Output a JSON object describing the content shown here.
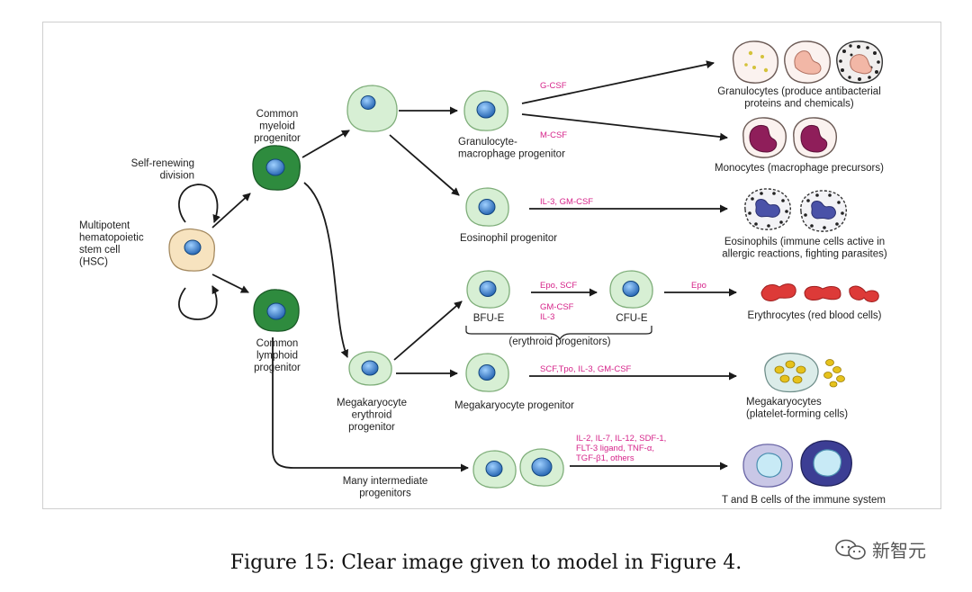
{
  "diagram": {
    "hsc": {
      "label": "Multipotent\nhematopoietic\nstem cell\n(HSC)"
    },
    "self_renew": {
      "label": "Self-renewing\ndivision"
    },
    "cmp": {
      "label": "Common\nmyeloid\nprogenitor"
    },
    "clp": {
      "label": "Common\nlymphoid\nprogenitor"
    },
    "gmp": {
      "label": "Granulocyte-\nmacrophage progenitor"
    },
    "eos_prog": {
      "label": "Eosinophil progenitor"
    },
    "mep": {
      "label": "Megakaryocyte\nerythroid\nprogenitor"
    },
    "meg_prog": {
      "label": "Megakaryocyte progenitor"
    },
    "bfu": {
      "label": "BFU-E"
    },
    "cfu": {
      "label": "CFU-E"
    },
    "ery_prog": {
      "label": "(erythroid progenitors)"
    },
    "inter": {
      "label": "Many intermediate\nprogenitors"
    },
    "granulocytes": {
      "label": "Granulocytes (produce antibacterial\nproteins and chemicals)"
    },
    "monocytes": {
      "label": "Monocytes (macrophage precursors)"
    },
    "eosinophils": {
      "label": "Eosinophils (immune cells active in\nallergic reactions, fighting parasites)"
    },
    "erythrocytes": {
      "label": "Erythrocytes (red blood cells)"
    },
    "megakaryocytes": {
      "label": "Megakaryocytes\n(platelet-forming cells)"
    },
    "tb": {
      "label": "T and B cells of the immune system"
    },
    "factors": {
      "gcsf": "G-CSF",
      "mcsf": "M-CSF",
      "eos": "IL-3, GM-CSF",
      "epo_scf": "Epo, SCF",
      "gm_il3": "GM-CSF\nIL-3",
      "epo": "Epo",
      "meg": "SCF,Tpo, IL-3, GM-CSF",
      "lymph": "IL-2, IL-7, IL-12, SDF-1,\nFLT-3 ligand, TNF-α,\nTGF-β1, others"
    },
    "colors": {
      "factor_text": "#d6248a",
      "pale_green_cell": "#d7efd4",
      "dark_green_cell": "#2e8b3e",
      "nucleus": "#3a7fc8",
      "hsc_cell": "#f7e3bf",
      "erythrocyte": "#dd3a38",
      "platelet": "#e6c21c"
    }
  },
  "caption": "Figure 15: Clear image given to model in Figure 4.",
  "watermark": {
    "text": "新智元",
    "icon": "wechat-icon"
  }
}
